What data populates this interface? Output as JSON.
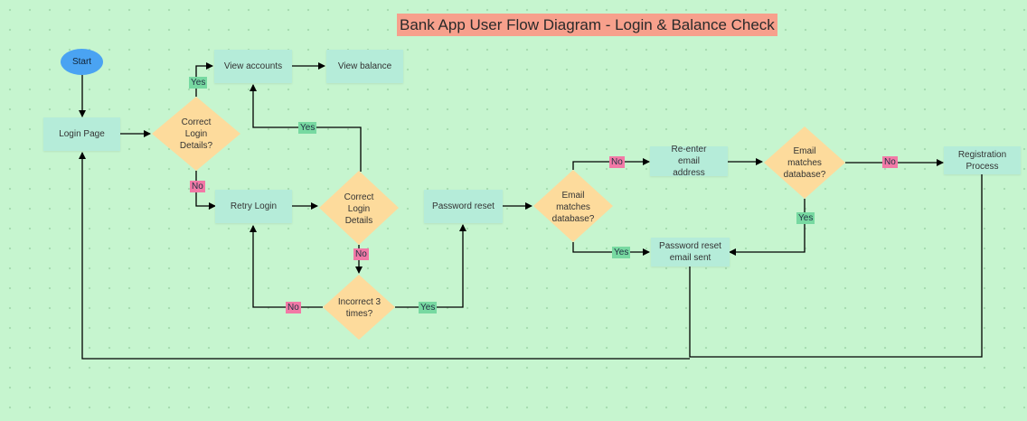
{
  "title": "Bank App User Flow Diagram - Login & Balance Check",
  "nodes": {
    "start": "Start",
    "login_page": "Login Page",
    "correct_login_details_q": "Correct Login Details?",
    "view_accounts": "View accounts",
    "view_balance": "View balance",
    "retry_login": "Retry Login",
    "correct_login_details": "Correct Login Details",
    "incorrect_3_times": "Incorrect 3 times?",
    "password_reset": "Password reset",
    "email_matches_1": "Email matches database?",
    "reenter_email": "Re-enter email address",
    "email_matches_2": "Email matches database?",
    "registration": "Registration Process",
    "reset_email_sent": "Password reset email sent"
  },
  "labels": {
    "yes": "Yes",
    "no": "No"
  },
  "colors": {
    "background": "#c6f5cf",
    "process": "#b5ecd9",
    "decision": "#fddb9c",
    "start": "#4aa3f2",
    "yes": "#77d9a1",
    "no": "#f279a6",
    "title_bg": "#f7a08c"
  }
}
